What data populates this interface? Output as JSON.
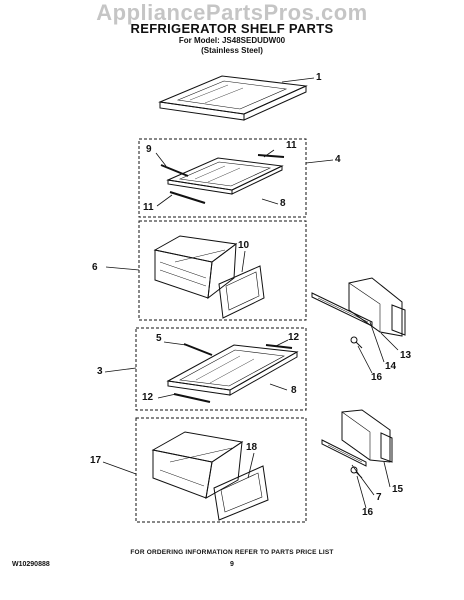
{
  "watermark": "AppliancePartsPros.com",
  "header": {
    "title": "REFRIGERATOR SHELF PARTS",
    "model_line": "For Model: JS48SEDUDW00",
    "finish_line": "(Stainless Steel)"
  },
  "callouts": {
    "c1": "1",
    "c4": "4",
    "c9": "9",
    "c11a": "11",
    "c11b": "11",
    "c8a": "8",
    "c6": "6",
    "c10": "10",
    "c13": "13",
    "c14": "14",
    "c16a": "16",
    "c5": "5",
    "c12a": "12",
    "c3": "3",
    "c12b": "12",
    "c8b": "8",
    "c17": "17",
    "c18": "18",
    "c7": "7",
    "c15": "15",
    "c16b": "16"
  },
  "footer": {
    "note": "FOR ORDERING INFORMATION REFER TO PARTS PRICE LIST",
    "doc_number": "W10290888",
    "page_number": "9"
  }
}
